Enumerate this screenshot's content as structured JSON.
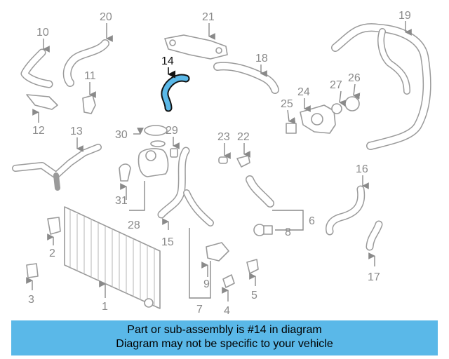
{
  "diagram": {
    "highlight_color": "#5ab8e8",
    "highlighted_part": "14",
    "labels": [
      "1",
      "2",
      "3",
      "4",
      "5",
      "6",
      "7",
      "8",
      "9",
      "10",
      "11",
      "12",
      "13",
      "14",
      "15",
      "16",
      "17",
      "18",
      "19",
      "20",
      "21",
      "22",
      "23",
      "24",
      "25",
      "26",
      "27",
      "28",
      "29",
      "30",
      "31"
    ]
  },
  "banner": {
    "line1": "Part or sub-assembly is #14 in diagram",
    "line2": "Diagram may not be specific to your vehicle",
    "background": "#5ab8e8"
  }
}
